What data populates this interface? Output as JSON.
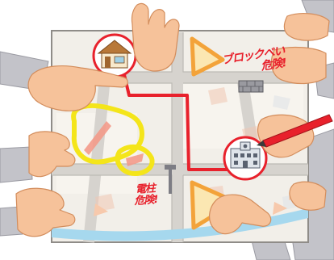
{
  "annotations": {
    "block_wall": [
      "ブロックべい",
      "危険!"
    ],
    "utility_pole": [
      "電柱",
      "危険!"
    ]
  },
  "colors": {
    "background": "#ffffff",
    "map_paper": "#f2efe9",
    "road": "#d9d6d1",
    "river": "#a6d8ee",
    "route": "#e8212c",
    "danger_zone": "#f4c20d",
    "warning_triangle": "#f3a33a",
    "skin": "#f6c29a",
    "sleeve_gray": "#c2c2c8"
  },
  "icons": [
    "house-icon",
    "school-icon",
    "brick-wall-icon",
    "utility-pole-icon",
    "pen-icon"
  ]
}
